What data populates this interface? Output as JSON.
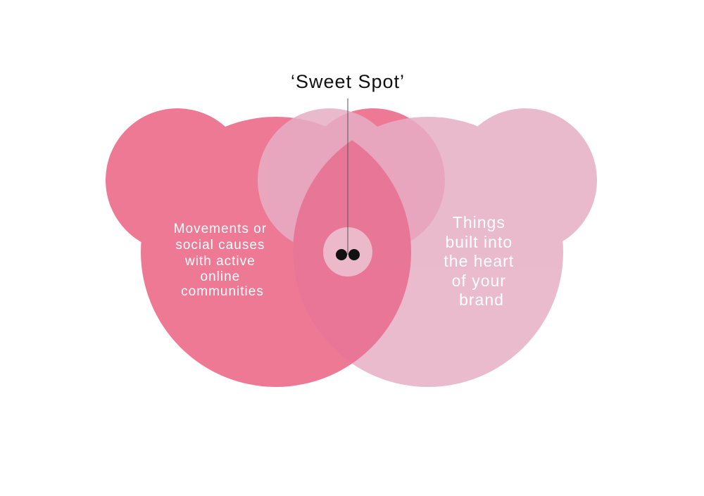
{
  "diagram": {
    "callout": "‘Sweet Spot’",
    "left_set": {
      "lines": [
        "Movements or",
        "social causes",
        "with active",
        "online",
        "communities"
      ],
      "color": "#EB6283"
    },
    "right_set": {
      "lines": [
        "Things",
        "built into",
        "the heart",
        "of your",
        "brand"
      ],
      "color": "#E6AFC4"
    },
    "overlap_color": "#E94F78",
    "center_badge_color": "#ECB9CB",
    "text_color": "#FFFFFF",
    "callout_color": "#111111",
    "eye_color": "#111111",
    "line_color": "#555555"
  }
}
